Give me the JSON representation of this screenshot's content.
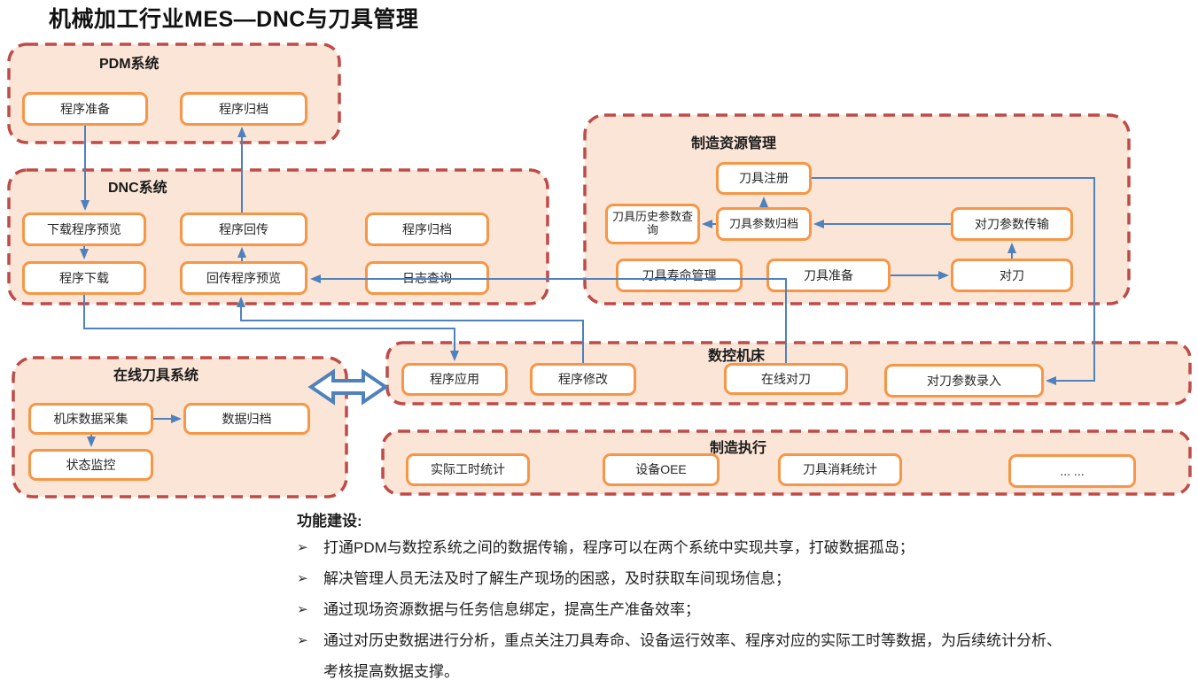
{
  "title": "机械加工行业MES—DNC与刀具管理",
  "colors": {
    "container_fill": "#FBE5D6",
    "container_border": "#BE4B48",
    "node_border": "#F79646",
    "connector": "#4F81BD",
    "text": "#262626"
  },
  "containers": {
    "pdm": {
      "label": "PDM系统"
    },
    "dnc": {
      "label": "DNC系统"
    },
    "resource": {
      "label": "制造资源管理"
    },
    "online_tool": {
      "label": "在线刀具系统"
    },
    "cnc": {
      "label": "数控机床"
    },
    "execution": {
      "label": "制造执行"
    }
  },
  "nodes": {
    "pdm_prepare": "程序准备",
    "pdm_archive": "程序归档",
    "dnc_download_preview": "下载程序预览",
    "dnc_download": "程序下载",
    "dnc_upload": "程序回传",
    "dnc_upload_preview": "回传程序预览",
    "dnc_archive": "程序归档",
    "dnc_log_query": "日志查询",
    "res_tool_register": "刀具注册",
    "res_tool_history_query": "刀具历史参数查询",
    "res_tool_param_archive": "刀具参数归档",
    "res_tool_param_transfer": "对刀参数传输",
    "res_tool_life": "刀具寿命管理",
    "res_tool_prepare": "刀具准备",
    "res_tool_setting": "对刀",
    "cnc_program_apply": "程序应用",
    "cnc_program_modify": "程序修改",
    "cnc_online_setting": "在线对刀",
    "cnc_param_entry": "对刀参数录入",
    "exec_actual_hours": "实际工时统计",
    "exec_equipment_oee": "设备OEE",
    "exec_tool_consumption": "刀具消耗统计",
    "exec_more": "... ..."
  },
  "footer": {
    "heading": "功能建设:",
    "bullet_marker": "➢",
    "bullets": [
      "打通PDM与数控系统之间的数据传输，程序可以在两个系统中实现共享，打破数据孤岛；",
      "解决管理人员无法及时了解生产现场的困惑，及时获取车间现场信息；",
      "通过现场资源数据与任务信息绑定，提高生产准备效率；",
      "通过对历史数据进行分析，重点关注刀具寿命、设备运行效率、程序对应的实际工时等数据，为后续统计分析、"
    ],
    "continuation": "考核提高数据支撑。"
  }
}
